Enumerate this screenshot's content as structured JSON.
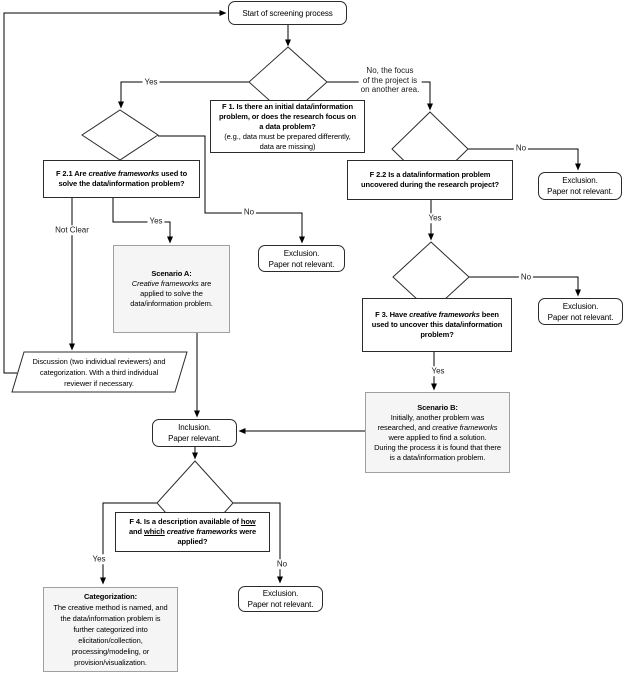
{
  "flowchart": {
    "start": {
      "label": "Start of screening process"
    },
    "f1": {
      "question": "F 1. Is there an initial data/information\nproblem, or does the research focus on\na data problem?",
      "hint": "(e.g., data must be prepared differently,\ndata are missing)"
    },
    "f21": {
      "l1a": "F 2.1 Are ",
      "l1b_italic": "creative frameworks",
      "l1c": " used to",
      "l2": "solve the data/information problem?"
    },
    "f22": {
      "question": "F 2.2 Is a data/information problem\nuncovered during the research project?"
    },
    "f3": {
      "l1a": "F 3. Have ",
      "l1b_italic": "creative frameworks",
      "l1c": " been",
      "l2": "used to uncover this data/information",
      "l3": "problem?"
    },
    "f4": {
      "l1a": "F 4. Is a description available of ",
      "l1b_underline": "how",
      "l2a": "and ",
      "l2b_underline": "which",
      "l2c_italic": " creative frameworks",
      "l2d": " were",
      "l3": "applied?"
    },
    "scenario_a": {
      "title": "Scenario A:",
      "l1a_italic": "Creative frameworks",
      "l1b": " are",
      "l2": "applied to solve the",
      "l3": "data/information problem."
    },
    "scenario_b": {
      "title": "Scenario B:",
      "l1": "Initially, another problem was",
      "l2a": "researched, and ",
      "l2b_italic": "creative frameworks",
      "l3": "were applied to find a solution.",
      "l4": "During the process it is found that there",
      "l5": "is a data/information problem."
    },
    "discussion": {
      "label": "Discussion (two individual reviewers) and\ncategorization. With a third individual\nreviewer if necessary."
    },
    "inclusion": {
      "label": "Inclusion.\nPaper relevant."
    },
    "exclusion_center": {
      "label": "Exclusion.\nPaper not relevant."
    },
    "exclusion_right_top": {
      "label": "Exclusion.\nPaper not relevant."
    },
    "exclusion_right_mid": {
      "label": "Exclusion.\nPaper not relevant."
    },
    "exclusion_bottom": {
      "label": "Exclusion.\nPaper not relevant."
    },
    "categorization": {
      "title": "Categorization:",
      "body": "The creative method is named, and\nthe data/information problem is\nfurther categorized into\nelicitation/collection,\nprocessing/modeling, or\nprovision/visualization."
    }
  },
  "edge_labels": {
    "f1_yes": "Yes",
    "f1_no": "No, the focus\nof the project is\non another area.",
    "f21_yes": "Yes",
    "f21_no": "No",
    "f21_not_clear": "Not Clear",
    "f22_yes": "Yes",
    "f22_no": "No",
    "f3_yes": "Yes",
    "f3_no": "No",
    "f4_yes": "Yes",
    "f4_no": "No"
  },
  "colors": {
    "background": "#ffffff",
    "line": "#000000",
    "node_border": "#2b2b2b",
    "scenario_fill": "#f5f5f5",
    "scenario_border": "#a0a0a0"
  }
}
